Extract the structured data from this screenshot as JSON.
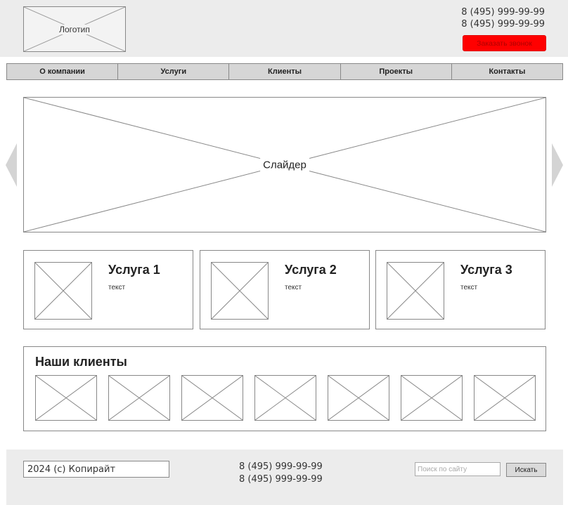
{
  "header": {
    "logo_label": "Логотип",
    "phones": [
      "8 (495) 999-99-99",
      "8 (495) 999-99-99"
    ],
    "callback_label": "Заказать звонок"
  },
  "nav": {
    "items": [
      "О компании",
      "Услуги",
      "Клиенты",
      "Проекты",
      "Контакты"
    ]
  },
  "slider": {
    "label": "Слайдер"
  },
  "services": [
    {
      "title": "Услуга 1",
      "text": "текст"
    },
    {
      "title": "Услуга 2",
      "text": "текст"
    },
    {
      "title": "Услуга 3",
      "text": "текст"
    }
  ],
  "clients": {
    "title": "Наши клиенты",
    "logo_count": 7
  },
  "footer": {
    "copyright": "2024 (c) Копирайт",
    "phones": [
      "8 (495) 999-99-99",
      "8 (495) 999-99-99"
    ],
    "search_placeholder": "Поиск по сайту",
    "search_button": "Искать"
  },
  "colors": {
    "header_bg": "#ececec",
    "accent": "#ff0000",
    "nav_bg": "#d6d6d6",
    "border": "#888888"
  }
}
